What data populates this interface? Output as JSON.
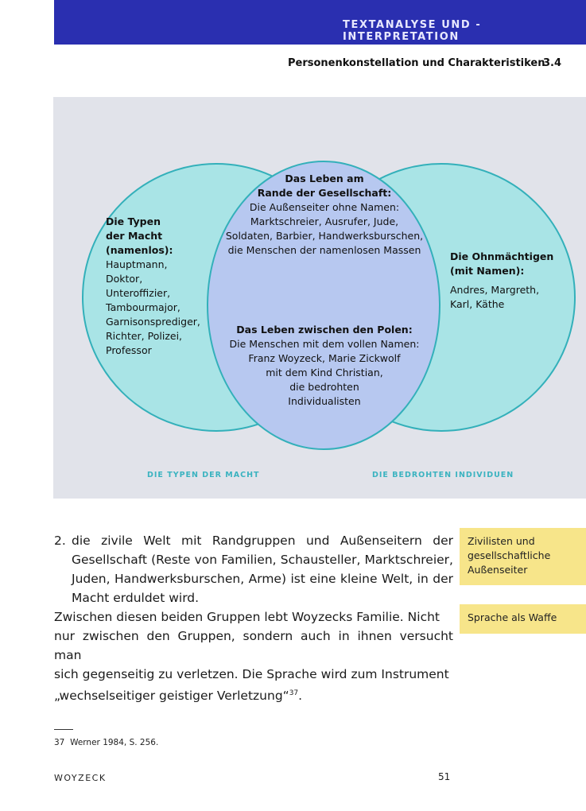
{
  "header": {
    "band_label": "TEXTANALYSE UND -INTERPRETATION",
    "chapter": "3",
    "section_title": "Personenkonstellation und Charakteristiken",
    "section_number": "3.4"
  },
  "diagram": {
    "colors": {
      "background": "#e1e3ea",
      "outer_fill": "#a9e4e6",
      "overlap_fill": "#b7c8f0",
      "stroke": "#33b0ba"
    },
    "left": {
      "heading": [
        "Die Typen",
        "der Macht",
        "(namenlos):"
      ],
      "items": [
        "Hauptmann,",
        "Doktor,",
        "Unteroffizier,",
        "Tambourmajor,",
        "Garnisonsprediger,",
        "Richter, Polizei,",
        "Professor"
      ]
    },
    "center_top": {
      "heading": [
        "Das Leben am",
        "Rande der Gesellschaft:"
      ],
      "lines": [
        "Die Außenseiter ohne Namen:",
        "Marktschreier, Ausrufer, Jude,",
        "Soldaten, Barbier, Handwerksburschen,",
        "die Menschen der namenlosen Massen"
      ]
    },
    "center_bottom": {
      "heading": [
        "Das Leben zwischen den Polen:"
      ],
      "lines": [
        "Die Menschen mit dem vollen Namen:",
        "Franz Woyzeck, Marie Zickwolf",
        "mit dem Kind Christian,",
        "die bedrohten",
        "Individualisten"
      ]
    },
    "right": {
      "heading": [
        "Die Ohnmächtigen",
        "(mit Namen):"
      ],
      "lines": [
        "Andres, Margreth,",
        "Karl, Käthe"
      ]
    },
    "caption_left": "DIE TYPEN DER MACHT",
    "caption_right": "DIE BEDROHTEN INDIVIDUEN"
  },
  "body": {
    "list_number": "2.",
    "list_text": "die zivile Welt mit Randgruppen und Außenseitern der Gesellschaft (Reste von Familien, Schausteller, Marktschreier, Juden, Handwerksburschen, Arme) ist eine kleine Welt, in der Macht erduldet wird.",
    "paragraph_lines": [
      "Zwischen diesen beiden Gruppen lebt Woyzecks Familie. Nicht",
      "nur zwischen den Gruppen, sondern auch in ihnen versucht man",
      "sich gegenseitig zu verletzen. Die Sprache wird zum Instrument"
    ],
    "paragraph_last": "„wechselseitiger geistiger Verletzung“",
    "footnote_ref": "37"
  },
  "margin_notes": [
    {
      "lines": [
        "Zivilisten und",
        "gesellschaftliche",
        "Außenseiter"
      ]
    },
    {
      "lines": [
        "Sprache als Waffe"
      ]
    }
  ],
  "footnote": {
    "number": "37",
    "text": "Werner 1984, S. 256."
  },
  "footer": {
    "title": "WOYZECK",
    "page": "51"
  }
}
